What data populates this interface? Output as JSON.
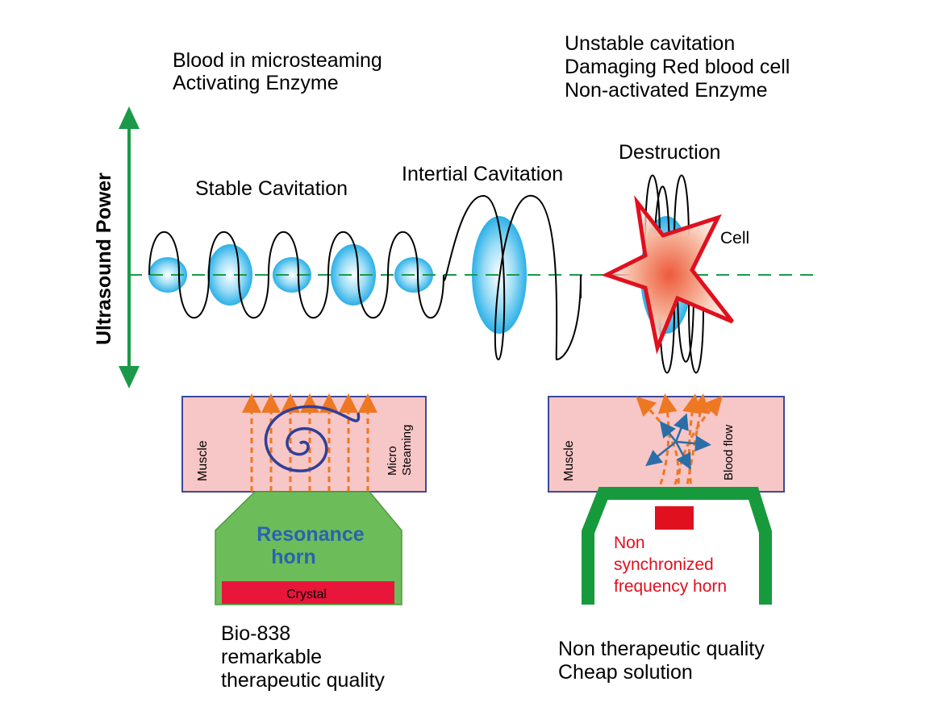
{
  "texts": {
    "top_left_line1": "Blood in microsteaming",
    "top_left_line2": "Activating Enzyme",
    "top_right_line1": "Unstable cavitation",
    "top_right_line2": "Damaging Red blood cell",
    "top_right_line3": "Non-activated Enzyme",
    "axis_label": "Ultrasound Power",
    "stage_stable": "Stable Cavitation",
    "stage_inertial": "Intertial Cavitation",
    "stage_destruction": "Destruction",
    "cell_label": "Cell",
    "left_muscle": "Muscle",
    "micro_line1": "Micro",
    "micro_line2": "Steaming",
    "horn_line1": "Resonance",
    "horn_line2": "horn",
    "crystal": "Crystal",
    "right_muscle": "Muscle",
    "blood_flow": "Blood flow",
    "non_sync_line1": "Non",
    "non_sync_line2": "synchronized",
    "non_sync_line3": "frequency horn",
    "bio_line1": "Bio-838",
    "bio_line2": "remarkable",
    "bio_line3": "therapeutic quality",
    "cheap_line1": "Non therapeutic quality",
    "cheap_line2": "Cheap solution"
  },
  "colors": {
    "axis_green": "#1a9a48",
    "muscle_pink": "#f7c6c6",
    "muscle_border": "#3a4a9a",
    "horn_green": "#6cbd5a",
    "horn_dark_green": "#169a3c",
    "crystal_red": "#e8163a",
    "spiral_blue": "#2f3f99",
    "arrow_orange": "#ee7722",
    "flow_arrow_blue": "#2a6ea8",
    "horn_text_blue": "#2a62b0",
    "red_text": "#e0101e",
    "star_red": "#e0101e",
    "bubble_blue": "#3ab4e8"
  }
}
